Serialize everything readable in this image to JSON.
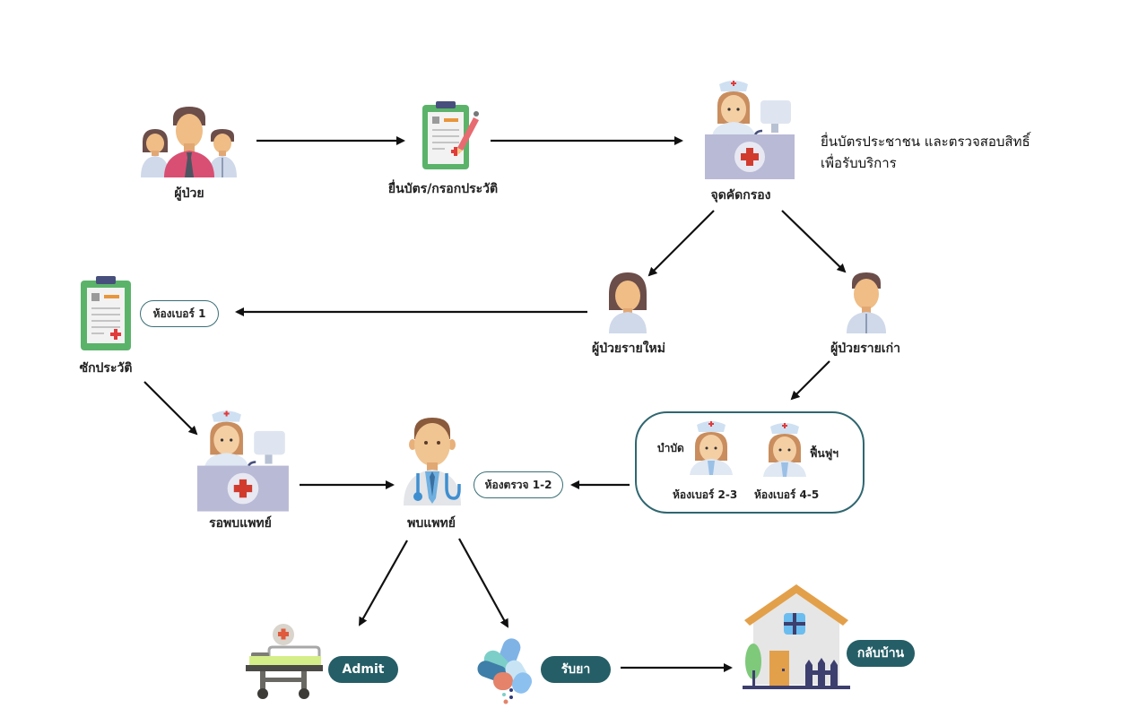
{
  "diagram": {
    "type": "flowchart",
    "title": "",
    "nodes": {
      "patient": {
        "label": "ผู้ป่วย",
        "icon": "patients-group-icon"
      },
      "register": {
        "label": "ยื่นบัตร/กรอกประวัติ",
        "icon": "clipboard-form-icon"
      },
      "screening": {
        "label": "จุดคัดกรอง",
        "icon": "nurse-desk-icon"
      },
      "screening_note": {
        "line1": "ยื่นบัตรประชาชน และตรวจสอบสิทธิ์",
        "line2": "เพื่อรับบริการ"
      },
      "new_patient": {
        "label": "ผู้ป่วยรายใหม่",
        "icon": "female-patient-icon"
      },
      "old_patient": {
        "label": "ผู้ป่วยรายเก่า",
        "icon": "male-patient-icon"
      },
      "room1": {
        "label": "ห้องเบอร์ 1"
      },
      "history": {
        "label": "ซักประวัติ",
        "icon": "clipboard-icon"
      },
      "wait_doctor": {
        "label": "รอพบแพทย์",
        "icon": "nurse-desk-icon"
      },
      "see_doctor": {
        "label": "พบแพทย์",
        "icon": "doctor-icon"
      },
      "exam_rooms": {
        "label": "ห้องตรวจ 1-2"
      },
      "therapy_group": {
        "therapy": {
          "label": "บำบัด",
          "room": "ห้องเบอร์ 2-3"
        },
        "rehab": {
          "label": "ฟื้นฟูฯ",
          "room": "ห้องเบอร์ 4-5"
        }
      },
      "admit": {
        "label": "Admit",
        "icon": "hospital-bed-icon"
      },
      "medicine": {
        "label": "รับยา",
        "icon": "pills-icon"
      },
      "go_home": {
        "label": "กลับบ้าน",
        "icon": "house-icon"
      }
    },
    "edges": [
      {
        "from": "patient",
        "to": "register"
      },
      {
        "from": "register",
        "to": "screening"
      },
      {
        "from": "screening",
        "to": "new_patient"
      },
      {
        "from": "screening",
        "to": "old_patient"
      },
      {
        "from": "new_patient",
        "to": "history",
        "via": "room1"
      },
      {
        "from": "old_patient",
        "to": "therapy_group"
      },
      {
        "from": "history",
        "to": "wait_doctor"
      },
      {
        "from": "wait_doctor",
        "to": "see_doctor"
      },
      {
        "from": "therapy_group",
        "to": "see_doctor",
        "via": "exam_rooms"
      },
      {
        "from": "see_doctor",
        "to": "admit"
      },
      {
        "from": "see_doctor",
        "to": "medicine"
      },
      {
        "from": "medicine",
        "to": "go_home"
      }
    ],
    "colors": {
      "pill_dark": "#255e66",
      "pill_border": "#3a6f76",
      "clipboard_green": "#5bb36a",
      "desk_lavender": "#b9bad6",
      "cross_red": "#d13b2e",
      "roof_orange": "#e3a04a"
    }
  }
}
